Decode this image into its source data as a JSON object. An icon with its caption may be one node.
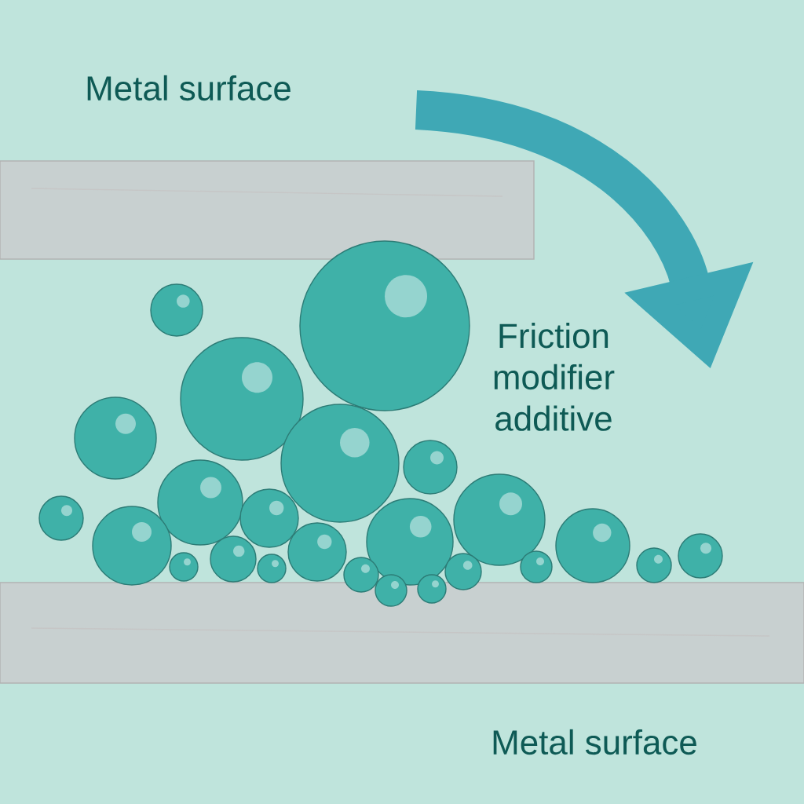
{
  "diagram": {
    "labels": [
      "Metal surface",
      "Friction modifier additive",
      "Metal surface"
    ]
  }
}
